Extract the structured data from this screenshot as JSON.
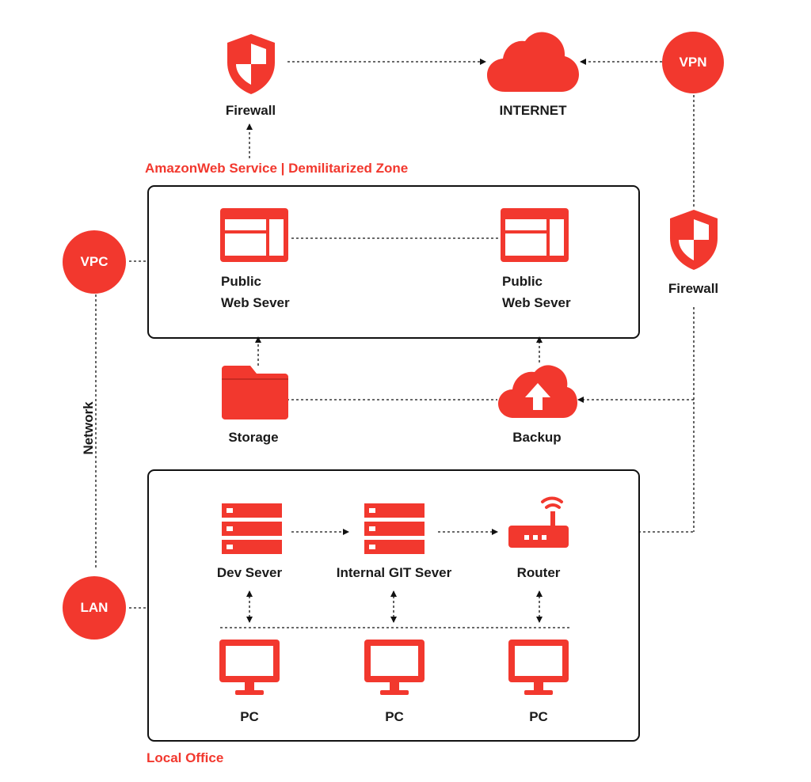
{
  "colors": {
    "accent": "#f2382e",
    "ink": "#111111"
  },
  "zones": {
    "dmz_label": "AmazonWeb Service | Demilitarized Zone",
    "office_label": "Local Office"
  },
  "nodes": {
    "firewall_top": {
      "label": "Firewall",
      "icon": "shield-icon"
    },
    "internet": {
      "label": "INTERNET",
      "icon": "cloud-icon"
    },
    "vpn": {
      "label": "VPN"
    },
    "firewall_right": {
      "label": "Firewall",
      "icon": "shield-icon"
    },
    "vpc": {
      "label": "VPC"
    },
    "lan": {
      "label": "LAN"
    },
    "network": {
      "label": "Network"
    },
    "web_server_1": {
      "label_line1": "Public",
      "label_line2": "Web Sever",
      "icon": "web-window-icon"
    },
    "web_server_2": {
      "label_line1": "Public",
      "label_line2": "Web Sever",
      "icon": "web-window-icon"
    },
    "storage": {
      "label": "Storage",
      "icon": "folder-icon"
    },
    "backup": {
      "label": "Backup",
      "icon": "cloud-upload-icon"
    },
    "dev_server": {
      "label": "Dev Sever",
      "icon": "server-rack-icon"
    },
    "git_server": {
      "label": "Internal GIT Sever",
      "icon": "server-rack-icon"
    },
    "router": {
      "label": "Router",
      "icon": "router-icon"
    },
    "pc_1": {
      "label": "PC",
      "icon": "monitor-icon"
    },
    "pc_2": {
      "label": "PC",
      "icon": "monitor-icon"
    },
    "pc_3": {
      "label": "PC",
      "icon": "monitor-icon"
    }
  }
}
